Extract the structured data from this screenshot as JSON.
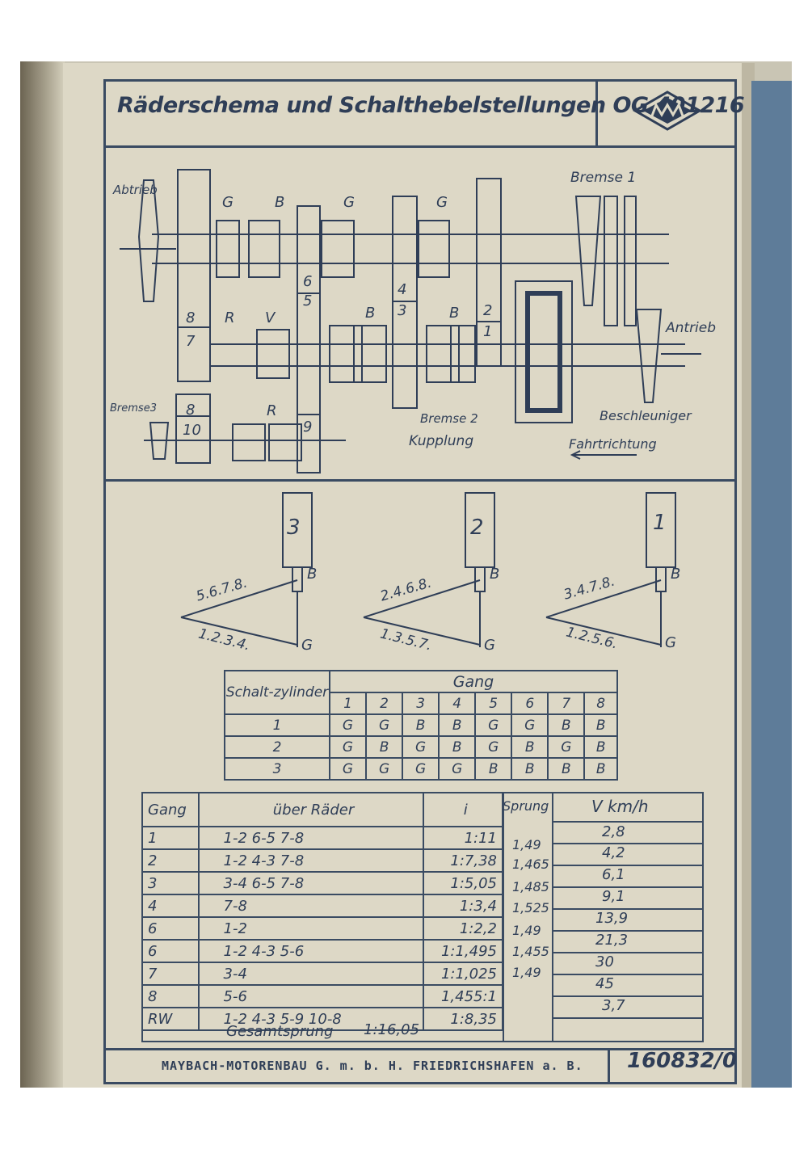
{
  "title": "Räderschema und Schalthebelstellungen OG 401216",
  "schema_labels": {
    "abtrieb": "Abtrieb",
    "antrieb": "Antrieb",
    "bremse1": "Bremse 1",
    "bremse2": "Bremse 2",
    "bremse3": "Bremse3",
    "kupplung": "Kupplung",
    "beschleuniger": "Beschleuniger",
    "fahrtrichtung": "Fahrtrichtung",
    "top_letters": [
      "G",
      "B",
      "G",
      "G"
    ],
    "mid_letters": [
      "R",
      "V",
      "B",
      "B"
    ],
    "low_letter": "R",
    "gear_numbers": [
      "8",
      "7",
      "6",
      "5",
      "4",
      "3",
      "2",
      "1",
      "8",
      "10",
      "9"
    ]
  },
  "lever_diagrams": [
    {
      "cylinder": "3",
      "upper": "5.6.7.8.",
      "lower": "1.2.3.4.",
      "b": "B",
      "g": "G"
    },
    {
      "cylinder": "2",
      "upper": "2.4.6.8.",
      "lower": "1.3.5.7.",
      "b": "B",
      "g": "G"
    },
    {
      "cylinder": "1",
      "upper": "3.4.7.8.",
      "lower": "1.2.5.6.",
      "b": "B",
      "g": "G"
    }
  ],
  "shift_table": {
    "col0_header": "Schalt-zylinder",
    "gang_header": "Gang",
    "gears": [
      "1",
      "2",
      "3",
      "4",
      "5",
      "6",
      "7",
      "8"
    ],
    "rows": [
      {
        "cyl": "1",
        "vals": [
          "G",
          "G",
          "B",
          "B",
          "G",
          "G",
          "B",
          "B"
        ]
      },
      {
        "cyl": "2",
        "vals": [
          "G",
          "B",
          "G",
          "B",
          "G",
          "B",
          "G",
          "B"
        ]
      },
      {
        "cyl": "3",
        "vals": [
          "G",
          "G",
          "G",
          "G",
          "B",
          "B",
          "B",
          "B"
        ]
      }
    ]
  },
  "ratio_table": {
    "headers": {
      "gang": "Gang",
      "raeder": "über Räder",
      "i": "i",
      "sprung": "Sprung",
      "v": "V km/h"
    },
    "rows": [
      {
        "gang": "1",
        "raeder": "1-2   6-5   7-8",
        "i": "1:11",
        "v": "2,8"
      },
      {
        "gang": "2",
        "raeder": "1-2   4-3   7-8",
        "i": "1:7,38",
        "v": "4,2"
      },
      {
        "gang": "3",
        "raeder": "3-4   6-5   7-8",
        "i": "1:5,05",
        "v": "6,1"
      },
      {
        "gang": "4",
        "raeder": "7-8",
        "i": "1:3,4",
        "v": "9,1"
      },
      {
        "gang": "6",
        "raeder": "1-2",
        "i": "1:2,2",
        "v": "13,9"
      },
      {
        "gang": "6",
        "raeder": "1-2   4-3   5-6",
        "i": "1:1,495",
        "v": "21,3"
      },
      {
        "gang": "7",
        "raeder": "3-4",
        "i": "1:1,025",
        "v": "30"
      },
      {
        "gang": "8",
        "raeder": "5-6",
        "i": "1,455:1",
        "v": "45"
      },
      {
        "gang": "RW",
        "raeder": "1-2   4-3   5-9   10-8",
        "i": "1:8,35",
        "v": "3,7"
      }
    ],
    "sprung_values": [
      "1,49",
      "1,465",
      "1,485",
      "1,525",
      "1,49",
      "1,455",
      "1,49"
    ],
    "gesamtsprung_label": "Gesamtsprung",
    "gesamtsprung_value": "1:16,05"
  },
  "footer": "MAYBACH-MOTORENBAU G. m. b. H. FRIEDRICHSHAFEN a. B.",
  "doc_number": "160832/0"
}
